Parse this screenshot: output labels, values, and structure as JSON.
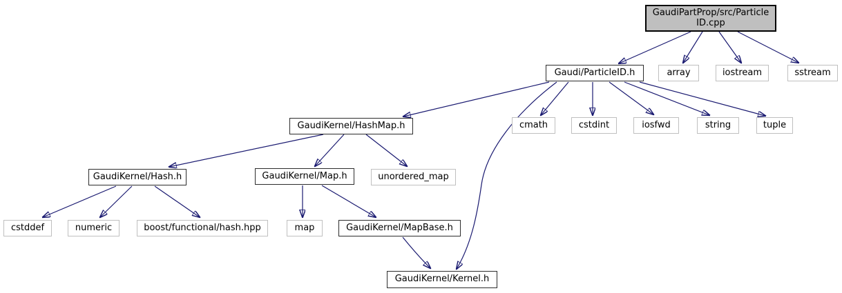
{
  "diagram": {
    "kind": "include-dependency-graph",
    "colors": {
      "edge": "#191970",
      "root_fill": "#bfbfbf",
      "system_border": "#bfbfbf",
      "internal_border": "#2b2b2b"
    },
    "nodes": {
      "root": {
        "label_line1": "GaudiPartProp/src/Particle",
        "label_line2": "ID.cpp"
      },
      "particleid_h": {
        "label": "Gaudi/ParticleID.h"
      },
      "array": {
        "label": "array"
      },
      "iostream": {
        "label": "iostream"
      },
      "sstream": {
        "label": "sstream"
      },
      "hashmap_h": {
        "label": "GaudiKernel/HashMap.h"
      },
      "cmath": {
        "label": "cmath"
      },
      "cstdint": {
        "label": "cstdint"
      },
      "iosfwd": {
        "label": "iosfwd"
      },
      "string": {
        "label": "string"
      },
      "tuple": {
        "label": "tuple"
      },
      "hash_h": {
        "label": "GaudiKernel/Hash.h"
      },
      "map_h": {
        "label": "GaudiKernel/Map.h"
      },
      "unordered_map": {
        "label": "unordered_map"
      },
      "cstddef": {
        "label": "cstddef"
      },
      "numeric": {
        "label": "numeric"
      },
      "boost_hash": {
        "label": "boost/functional/hash.hpp"
      },
      "map": {
        "label": "map"
      },
      "mapbase_h": {
        "label": "GaudiKernel/MapBase.h"
      },
      "kernel_h": {
        "label": "GaudiKernel/Kernel.h"
      }
    },
    "edges": [
      "ParticleID.cpp -> Gaudi/ParticleID.h",
      "ParticleID.cpp -> array",
      "ParticleID.cpp -> iostream",
      "ParticleID.cpp -> sstream",
      "Gaudi/ParticleID.h -> GaudiKernel/HashMap.h",
      "Gaudi/ParticleID.h -> GaudiKernel/Kernel.h",
      "Gaudi/ParticleID.h -> cmath",
      "Gaudi/ParticleID.h -> cstdint",
      "Gaudi/ParticleID.h -> iosfwd",
      "Gaudi/ParticleID.h -> string",
      "Gaudi/ParticleID.h -> tuple",
      "GaudiKernel/HashMap.h -> GaudiKernel/Hash.h",
      "GaudiKernel/HashMap.h -> GaudiKernel/Map.h",
      "GaudiKernel/HashMap.h -> unordered_map",
      "GaudiKernel/Hash.h -> cstddef",
      "GaudiKernel/Hash.h -> numeric",
      "GaudiKernel/Hash.h -> boost/functional/hash.hpp",
      "GaudiKernel/Map.h -> map",
      "GaudiKernel/Map.h -> GaudiKernel/MapBase.h",
      "GaudiKernel/MapBase.h -> GaudiKernel/Kernel.h"
    ]
  }
}
